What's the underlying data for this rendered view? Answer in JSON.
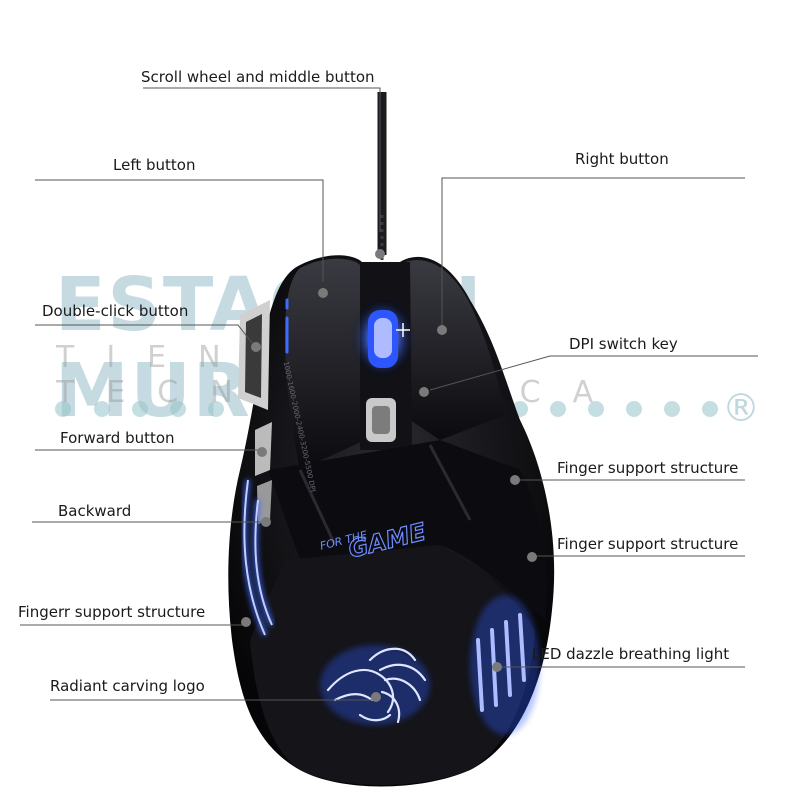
{
  "labels": {
    "scroll": "Scroll wheel and middle button",
    "left": "Left button",
    "right": "Right button",
    "double": "Double-click button",
    "dpi": "DPI switch key",
    "forward": "Forward button",
    "finger1": "Finger support structure",
    "backward": "Backward",
    "finger2": "Finger support structure",
    "finger3": "Fingerr support structure",
    "led": "LED dazzle breathing light",
    "logo": "Radiant carving logo"
  },
  "mouse_text": {
    "brand_line1": "FOR THE",
    "brand_line2": "GAME",
    "dpi_side": "1000-1600-2000-2400-3200-5500 DPI"
  },
  "watermark": {
    "main": "ESTACION MURCIA",
    "sub": "TIENDA TECNOLOGICA",
    "reg": "®"
  },
  "colors": {
    "glow": "#2f5cff",
    "glow_light": "#9fb4ff",
    "body": "#0e0e11",
    "line": "#555555"
  }
}
